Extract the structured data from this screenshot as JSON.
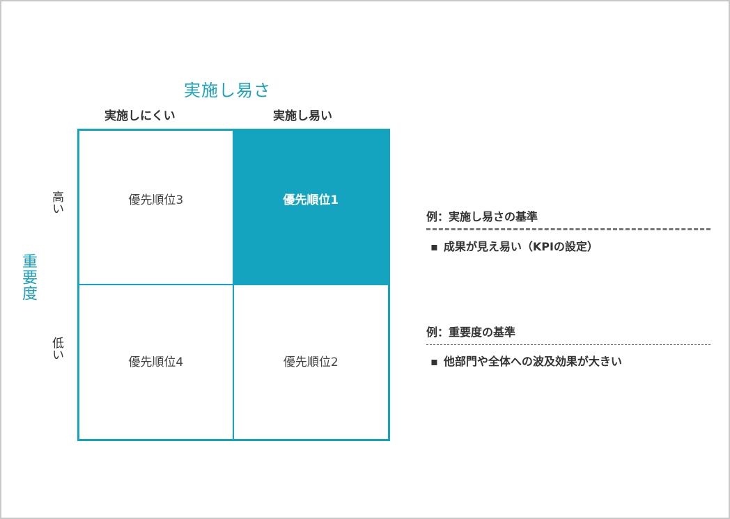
{
  "x_axis": {
    "title": "実施し易さ",
    "columns": [
      "実施しにくい",
      "実施し易い"
    ]
  },
  "y_axis": {
    "title": "重要度",
    "rows": [
      "高い",
      "低い"
    ]
  },
  "matrix": {
    "top_left": "優先順位3",
    "top_right": "優先順位1",
    "bottom_left": "優先順位4",
    "bottom_right": "優先順位2",
    "highlight_color": "#14a4bf"
  },
  "criteria": [
    {
      "title": "例：実施し易さの基準",
      "items": [
        "成果が見え易い（KPIの設定）"
      ]
    },
    {
      "title": "例：重要度の基準",
      "items": [
        "他部門や全体への波及効果が大きい"
      ]
    }
  ],
  "bullet": "▪"
}
